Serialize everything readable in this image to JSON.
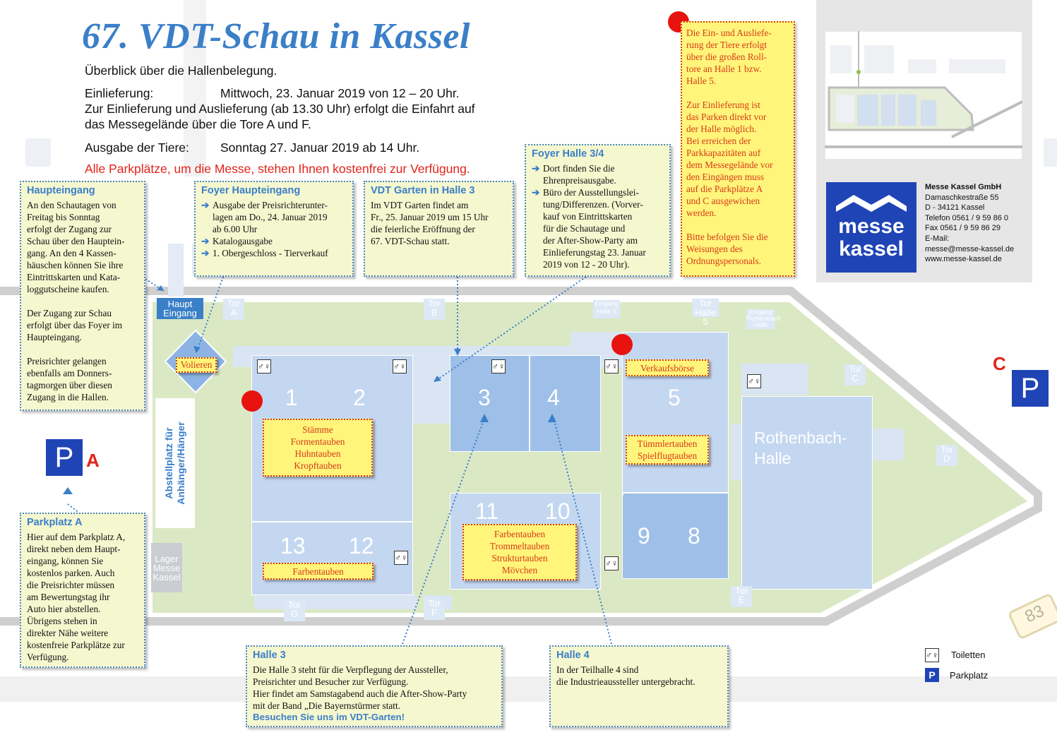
{
  "title": "67. VDT-Schau in Kassel",
  "intro": {
    "overview": "Überblick über die Hallenbelegung.",
    "einlieferung_label": "Einlieferung:",
    "einlieferung_value": "Mittwoch, 23. Januar 2019 von 12 – 20 Uhr.",
    "einfahrt_line1": "Zur Einlieferung und Auslieferung (ab 13.30 Uhr) erfolgt die Einfahrt auf",
    "einfahrt_line2": "das Messegelände über die Tore A und F.",
    "ausgabe_label": "Ausgabe der Tiere:",
    "ausgabe_value": "Sonntag 27. Januar 2019 ab 14 Uhr.",
    "parking_note": "Alle Parkplätze, um die Messe, stehen Ihnen kostenfrei zur Verfügung."
  },
  "boxes": {
    "haupteingang": {
      "title": "Haupteingang",
      "text": "An den Schautagen von\nFreitag bis Sonntag\nerfolgt der Zugang zur\nSchau über den Hauptein-\ngang. An den 4 Kassen-\nhäuschen können Sie ihre\nEintrittskarten und Kata-\nloggutscheine kaufen.\n\nDer Zugang zur Schau\nerfolgt über das Foyer im\nHaupteingang.\n\nPreisrichter gelangen\nebenfalls am Donners-\ntagmorgen über diesen\nZugang in die Hallen."
    },
    "foyer_haupteingang": {
      "title": "Foyer Haupteingang",
      "items": [
        "Ausgabe der Preisrichterunter-\nlagen am Do., 24. Januar 2019\nab 6.00 Uhr",
        "Katalogausgabe",
        "1. Obergeschloss - Tierverkauf"
      ]
    },
    "vdt_garten": {
      "title": "VDT Garten in Halle 3",
      "text": "Im VDT Garten findet am\nFr., 25. Januar 2019 um 15 Uhr\ndie feierliche Eröffnung der\n67. VDT-Schau statt."
    },
    "foyer_halle34": {
      "title": "Foyer Halle 3/4",
      "items": [
        "Dort finden Sie die\nEhrenpreisausgabe.",
        "Büro der Ausstellungslei-\ntung/Differenzen. (Vorver-\nkauf von Eintrittskarten\nfür die Schautage und\nder After-Show-Party am\nEinlieferungstag 23. Januar\n2019 von 12 - 20 Uhr)."
      ]
    },
    "parkplatz_a": {
      "title": "Parkplatz A",
      "text": "Hier auf dem Parkplatz A,\ndirekt neben dem Haupt-\neingang, können Sie\nkostenlos parken. Auch\ndie Preisrichter müssen\nam Bewertungstag ihr\nAuto hier abstellen.\nÜbrigens stehen in\ndirekter Nähe weitere\nkostenfreie Parkplätze zur\nVerfügung."
    },
    "halle3": {
      "title": "Halle 3",
      "text": "Die Halle 3 steht für die Verpflegung der Aussteller,\nPreisrichter und Besucher zur Verfügung.\nHier findet am Samstagabend auch die After-Show-Party\nmit der Band „Die Bayernstürmer statt.",
      "link": "Besuchen Sie uns im VDT-Garten!"
    },
    "halle4": {
      "title": "Halle 4",
      "text": "In der Teilhalle 4 sind\ndie Industrieaussteller untergebracht."
    },
    "yellow_note": "Die Ein- und Ausliefe-\nrung der Tiere erfolgt\nüber die großen Roll-\ntore an Halle 1 bzw.\nHalle 5.\n\nZur Einlieferung ist\ndas Parken direkt vor\nder Halle möglich.\nBei erreichen der\nParkkapazitäten auf\ndem Messegelände vor\nden Eingängen muss\nauf die Parkplätze A\nund C ausgewichen\nwerden.\n\nBitte befolgen Sie die\nWeisungen des\nOrdnungspersonals."
  },
  "company": {
    "logo_line1": "messe",
    "logo_line2": "kassel",
    "name": "Messe Kassel GmbH",
    "street": "Damaschkestraße 55",
    "city": "D - 34121 Kassel",
    "phone": "Telefon 0561 / 9 59 86 0",
    "fax": "Fax 0561 / 9 59 86 29",
    "email_label": "E-Mail:",
    "email": "messe@messe-kassel.de",
    "web": "www.messe-kassel.de"
  },
  "map": {
    "halls": {
      "h1": "1",
      "h2": "2",
      "h3": "3",
      "h4": "4",
      "h5": "5",
      "h8": "8",
      "h9": "9",
      "h10": "10",
      "h11": "11",
      "h12": "12",
      "h13": "13",
      "rothenbach": "Rothenbach-\nHalle"
    },
    "labels": {
      "volieren": "Volieren",
      "halle12": "Stämme\nFormentauben\nHuhntauben\nKropftauben",
      "farbentauben_1213": "Farbentauben",
      "halle1011": "Farbentauben\nTrommeltauben\nStrukturtauben\nMövchen",
      "verkaufsboerse": "Verkaufsbörse",
      "tuemmler": "Tümmlertauben\nSpielflugtauben"
    },
    "gates": {
      "haupt_eingang": "Haupt\nEingang",
      "tor_a": "Tor\nA",
      "tor_b": "Tor\nB",
      "tor_c": "Tor\nC",
      "tor_d": "Tor\nD",
      "tor_e": "Tor\nE",
      "tor_f": "Tor\nF",
      "tor_g": "Tor\nG",
      "tor_halle5": "Tor\nHalle 5",
      "eingang_halle5": "Eingang\nHalle 5",
      "eingang_rothenbach": "Eingang\nRothenbach\nHalle"
    },
    "abstellplatz": "Abstellplatz für\nAnhänger/Hänger",
    "lager": "Lager\nMesse\nKassel",
    "parking_a_letter": "A",
    "parking_c_letter": "C",
    "parking_symbol": "P",
    "road_number": "83"
  },
  "legend": {
    "toiletten": "Toiletten",
    "parkplatz": "Parkplatz"
  },
  "colors": {
    "accent_blue": "#3a7fc8",
    "park_blue": "#1f44b5",
    "note_red": "#e2231a",
    "ground_green": "#dbe8c4"
  }
}
